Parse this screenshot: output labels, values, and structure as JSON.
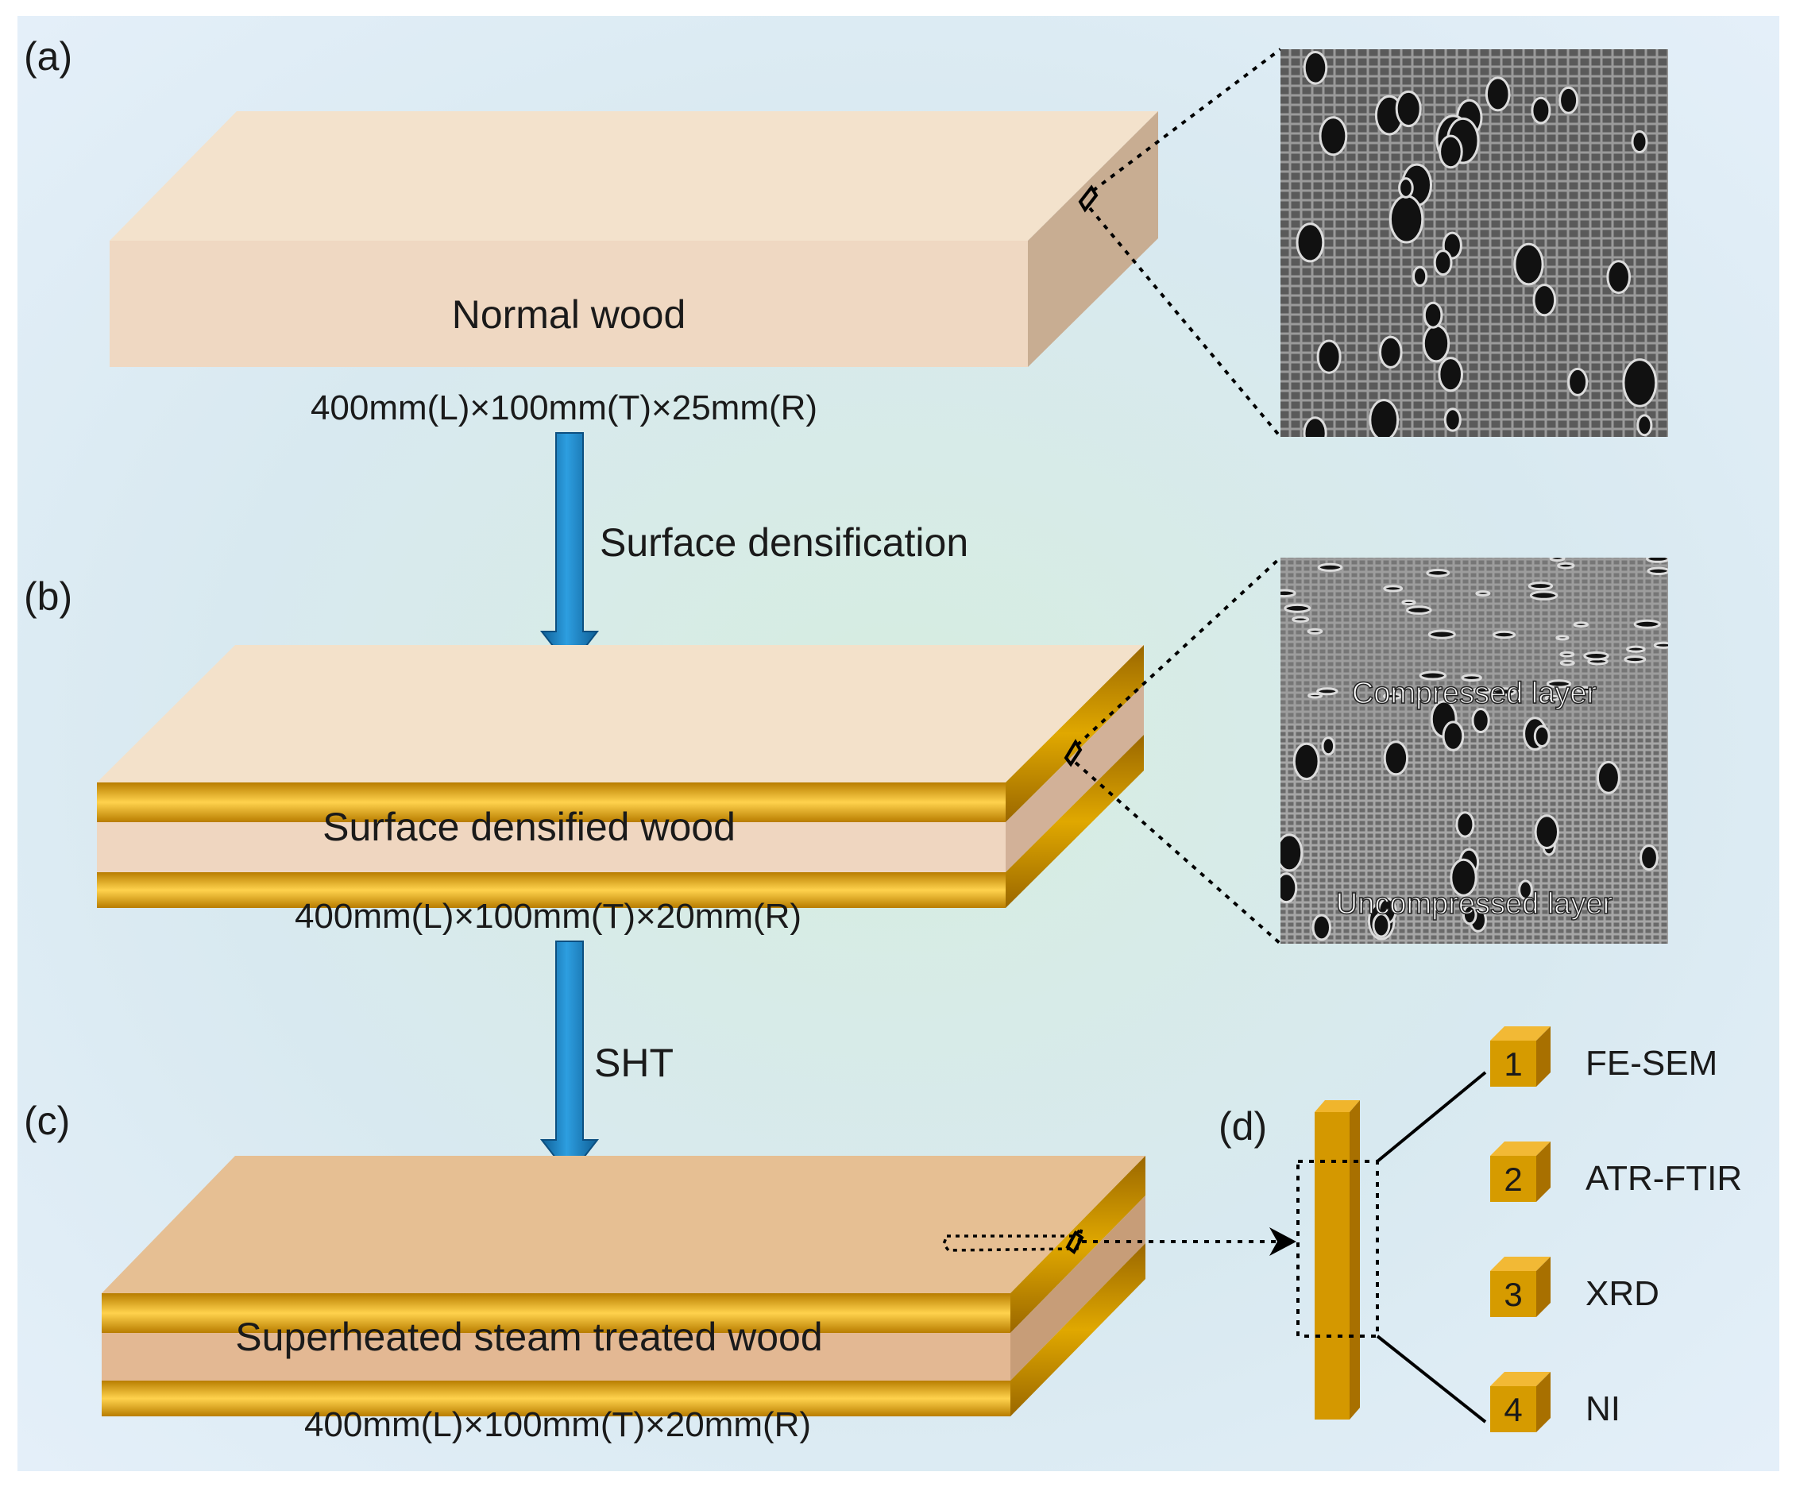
{
  "panels": {
    "a": {
      "label": "(a)",
      "slab_label": "Normal wood",
      "dimensions": "400mm(L)×100mm(T)×25mm(R)"
    },
    "b": {
      "label": "(b)",
      "slab_label": "Surface densified wood",
      "dimensions": "400mm(L)×100mm(T)×20mm(R)"
    },
    "c": {
      "label": "(c)",
      "slab_label": "Superheated steam treated wood",
      "dimensions": "400mm(L)×100mm(T)×20mm(R)"
    },
    "d": {
      "label": "(d)"
    }
  },
  "process_steps": [
    {
      "label": "Surface densification"
    },
    {
      "label": "SHT"
    }
  ],
  "micrographs": {
    "top": {},
    "bottom": {
      "upper_layer_label": "Compressed layer",
      "lower_layer_label": "Uncompressed layer"
    }
  },
  "tests": [
    {
      "number": "1",
      "name": "FE-SEM"
    },
    {
      "number": "2",
      "name": "ATR-FTIR"
    },
    {
      "number": "3",
      "name": "XRD"
    },
    {
      "number": "4",
      "name": "NI"
    }
  ],
  "colors": {
    "arrow": "#1b82c4",
    "wood_top": "#f3e1ca",
    "densified_layer": "#e0a200",
    "treated_top": "#e6bf93"
  }
}
